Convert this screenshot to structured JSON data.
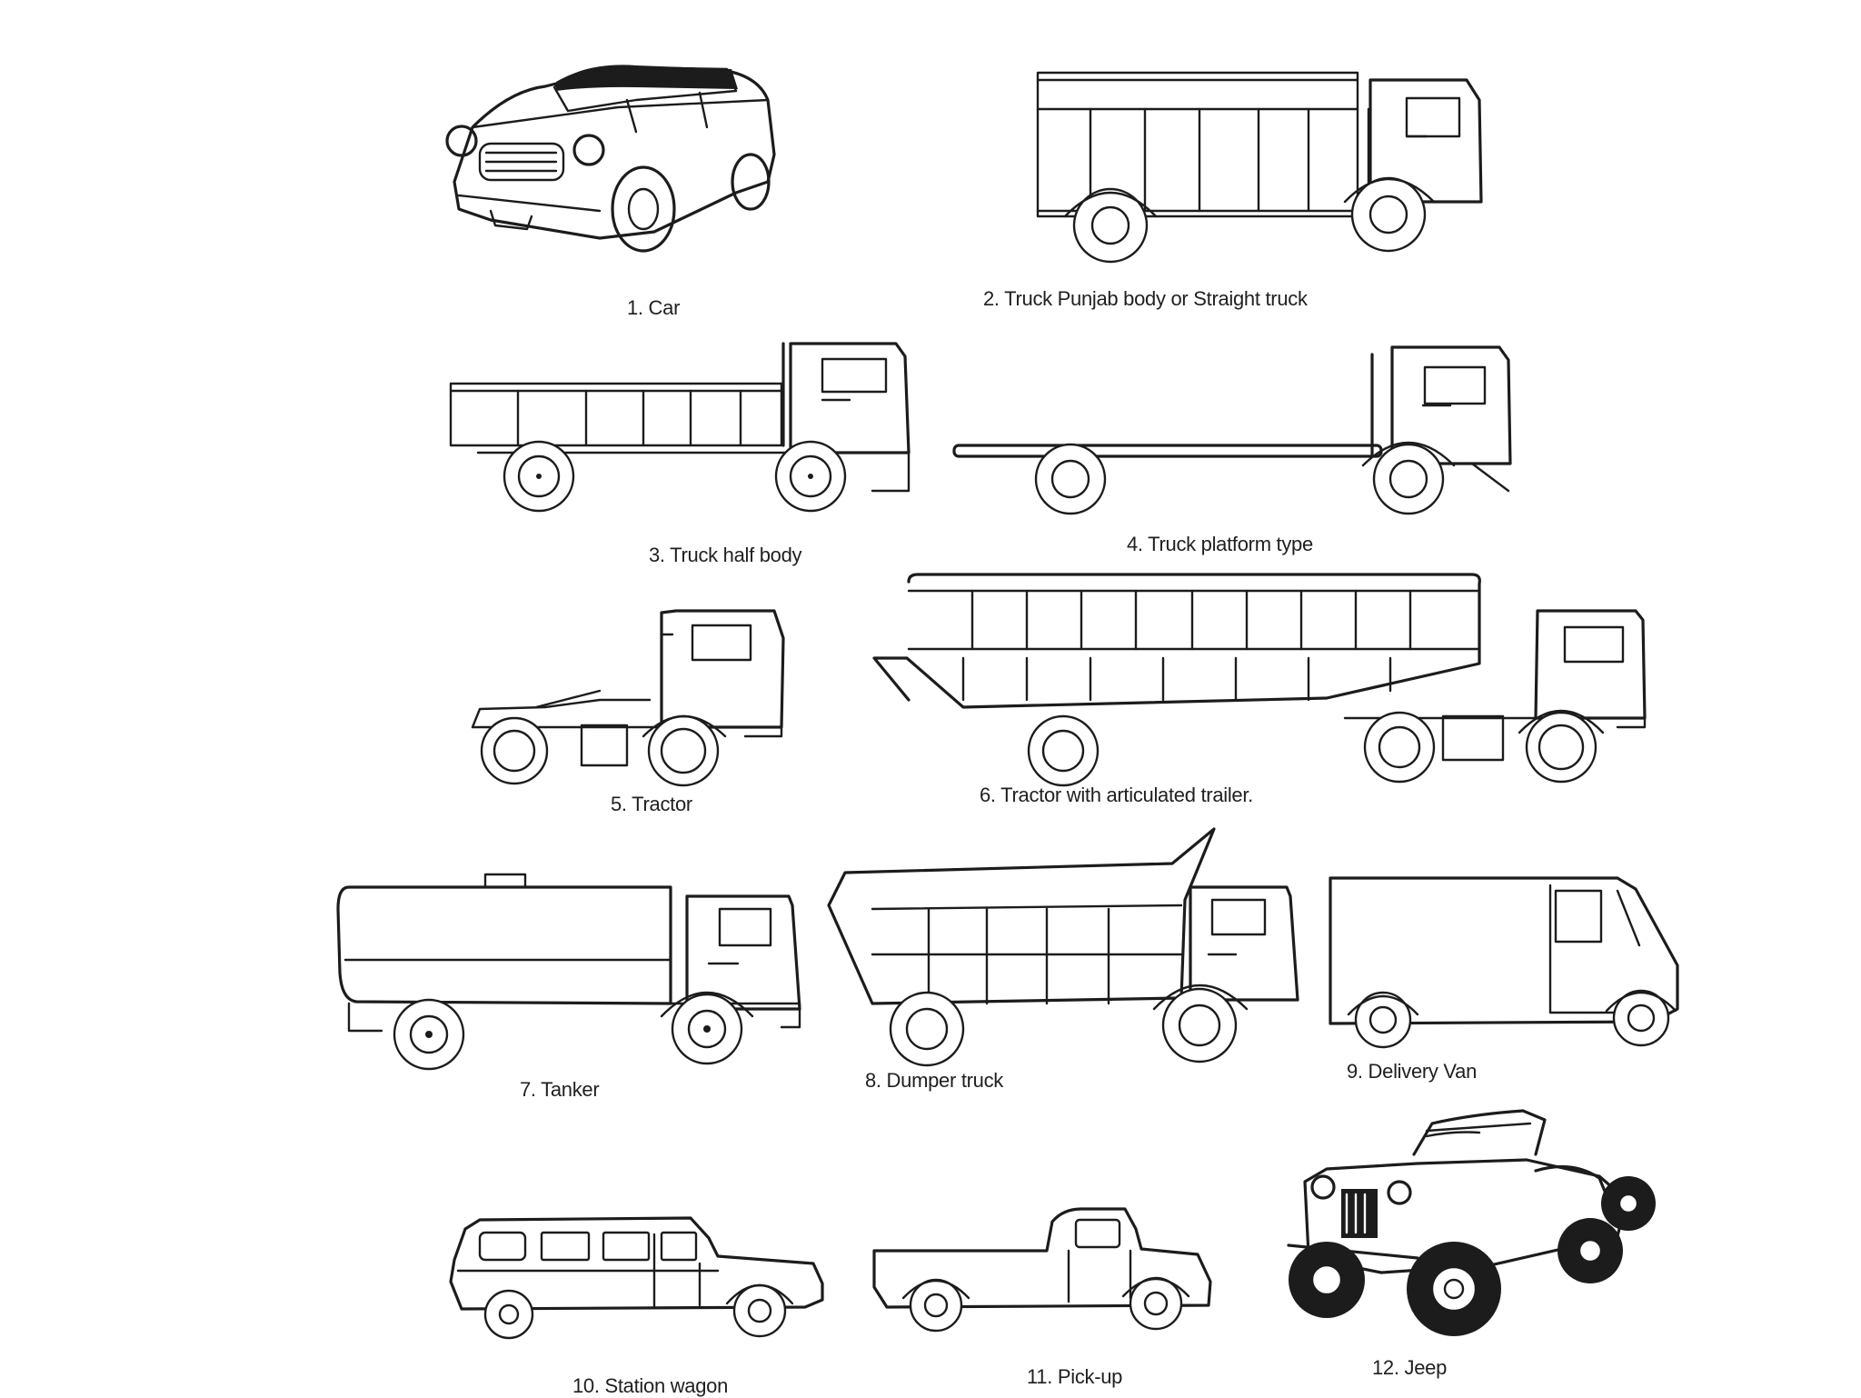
{
  "figure": {
    "vehicles": [
      {
        "label": "1. Car",
        "icon": "car-icon"
      },
      {
        "label": "2. Truck Punjab body or Straight truck",
        "icon": "straight-truck-icon"
      },
      {
        "label": "3. Truck half body",
        "icon": "half-body-truck-icon"
      },
      {
        "label": "4. Truck platform type",
        "icon": "platform-truck-icon"
      },
      {
        "label": "5. Tractor",
        "icon": "tractor-icon"
      },
      {
        "label": "6. Tractor with articulated trailer.",
        "icon": "articulated-trailer-icon"
      },
      {
        "label": "7. Tanker",
        "icon": "tanker-icon"
      },
      {
        "label": "8. Dumper truck",
        "icon": "dumper-truck-icon"
      },
      {
        "label": "9. Delivery Van",
        "icon": "delivery-van-icon"
      },
      {
        "label": "10. Station wagon",
        "icon": "station-wagon-icon"
      },
      {
        "label": "11. Pick-up",
        "icon": "pickup-icon"
      },
      {
        "label": "12. Jeep",
        "icon": "jeep-icon"
      }
    ]
  }
}
